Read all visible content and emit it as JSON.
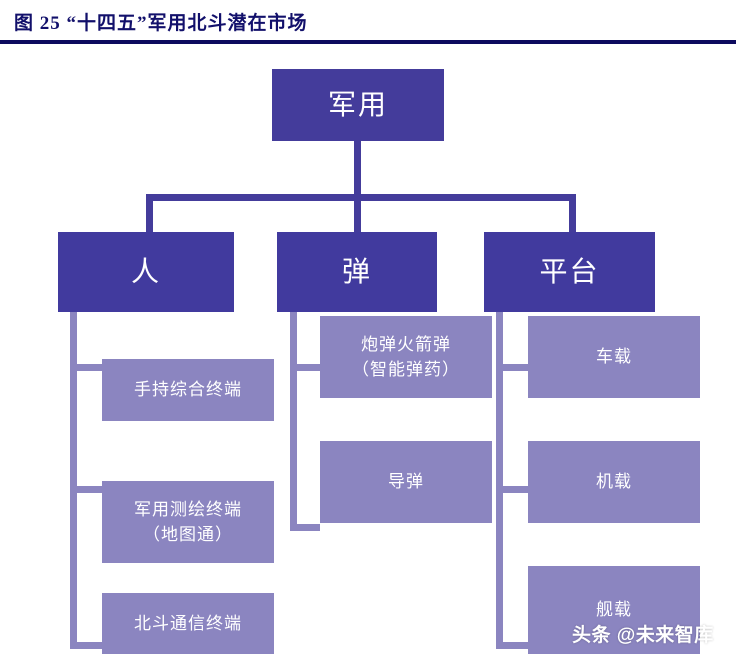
{
  "header": {
    "figure_label": "图 25",
    "title": "图 25  “十四五”军用北斗潜在市场",
    "rule_color": "#0d0a5e",
    "title_color": "#12106b"
  },
  "colors": {
    "root_fill": "#443c9b",
    "branch_fill": "#413a9e",
    "leaf_fill": "#8b85c0",
    "connector_dark": "#443c9b",
    "connector_light": "#8b85c0",
    "node_text": "#ffffff",
    "background": "#ffffff"
  },
  "diagram": {
    "type": "org-tree",
    "root": {
      "label": "军用"
    },
    "branches": [
      {
        "key": "people",
        "label": "人"
      },
      {
        "key": "munition",
        "label": "弹"
      },
      {
        "key": "platform",
        "label": "平台"
      }
    ],
    "leaves": {
      "people": [
        {
          "line1": "手持综合终端",
          "line2": ""
        },
        {
          "line1": "军用测绘终端",
          "line2": "（地图通）"
        },
        {
          "line1": "北斗通信终端",
          "line2": ""
        }
      ],
      "munition": [
        {
          "line1": "炮弹火箭弹",
          "line2": "（智能弹药）"
        },
        {
          "line1": "导弹",
          "line2": ""
        }
      ],
      "platform": [
        {
          "line1": "车载",
          "line2": ""
        },
        {
          "line1": "机载",
          "line2": ""
        },
        {
          "line1": "舰载",
          "line2": ""
        }
      ]
    }
  },
  "watermark": {
    "text": "头条 @未来智库"
  }
}
